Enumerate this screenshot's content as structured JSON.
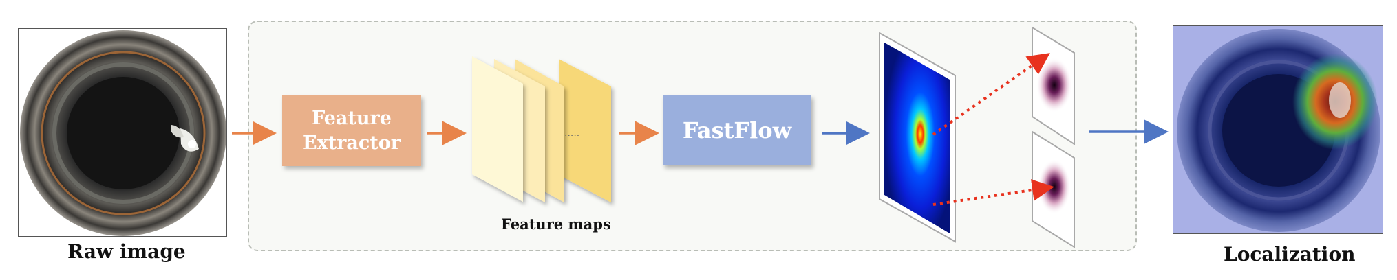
{
  "labels": {
    "raw_image": "Raw image",
    "feature_extractor_line1": "Feature",
    "feature_extractor_line2": "Extractor",
    "feature_maps": "Feature maps",
    "fastflow": "FastFlow",
    "localization": "Localization",
    "ellipsis": "....."
  },
  "colors": {
    "feature_extractor_bg": "#e9b08a",
    "fastflow_bg": "#9aafdd",
    "orange_arrow": "#e8844a",
    "blue_arrow": "#4f76c4",
    "red_dotted_arrow": "#e8321e",
    "panel_border": "#b9bdb6",
    "feature_map_light": "#fef8d6",
    "feature_map_dark": "#f7d878"
  },
  "icons": [
    "raw-bottle-image",
    "feature-map-stack",
    "anomaly-heatmap",
    "gaussian-distribution",
    "localization-overlay"
  ]
}
